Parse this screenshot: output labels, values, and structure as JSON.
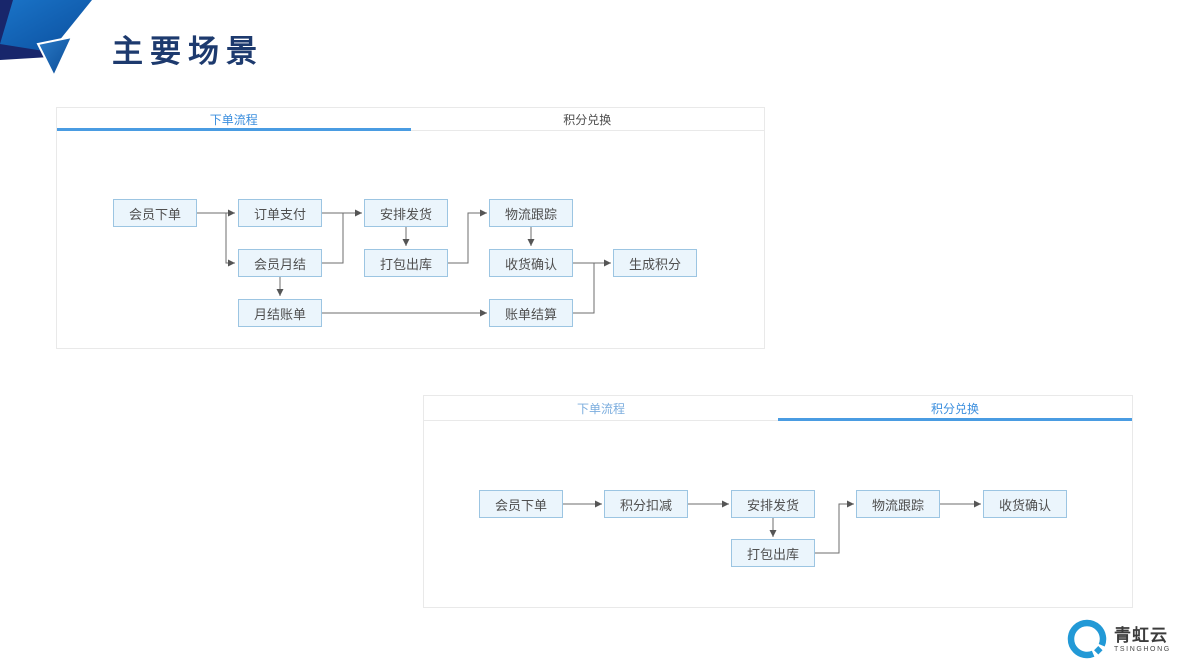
{
  "slide": {
    "title": "主要场景"
  },
  "colors": {
    "title_navy": "#1d3a6e",
    "tab_active_blue": "#3a8ede",
    "tab_underline": "#4a9ce2",
    "tab_inactive_gray": "#4d4d4d",
    "tab_inactive_light_blue": "#7badde",
    "node_fill": "#ebf5fc",
    "node_border": "#9cc5e2",
    "node_text": "#4f4f4f",
    "connector": "#6e6e6e",
    "deco_navy": "#18266b",
    "deco_blue": "#1167b5",
    "logo_blue": "#2299d6"
  },
  "panels": [
    {
      "tabs": [
        {
          "label": "下单流程",
          "active": true
        },
        {
          "label": "积分兑换",
          "active": false
        }
      ],
      "chart": {
        "type": "flowchart",
        "nodes": [
          {
            "id": "member-order",
            "label": "会员下单"
          },
          {
            "id": "order-payment",
            "label": "订单支付"
          },
          {
            "id": "arrange-shipping",
            "label": "安排发货"
          },
          {
            "id": "logistics-tracking",
            "label": "物流跟踪"
          },
          {
            "id": "member-monthly-settlement",
            "label": "会员月结"
          },
          {
            "id": "packing-outbound",
            "label": "打包出库"
          },
          {
            "id": "receipt-confirmation",
            "label": "收货确认"
          },
          {
            "id": "generate-points",
            "label": "生成积分"
          },
          {
            "id": "monthly-bill",
            "label": "月结账单"
          },
          {
            "id": "bill-settlement",
            "label": "账单结算"
          }
        ],
        "edges": [
          [
            "会员下单",
            "订单支付"
          ],
          [
            "会员下单",
            "会员月结"
          ],
          [
            "订单支付",
            "安排发货"
          ],
          [
            "会员月结",
            "安排发货"
          ],
          [
            "安排发货",
            "打包出库"
          ],
          [
            "会员月结",
            "月结账单"
          ],
          [
            "打包出库",
            "物流跟踪"
          ],
          [
            "物流跟踪",
            "收货确认"
          ],
          [
            "月结账单",
            "账单结算"
          ],
          [
            "收货确认",
            "生成积分"
          ],
          [
            "账单结算",
            "生成积分"
          ]
        ]
      }
    },
    {
      "tabs": [
        {
          "label": "下单流程",
          "active": false
        },
        {
          "label": "积分兑换",
          "active": true
        }
      ],
      "chart": {
        "type": "flowchart",
        "nodes": [
          {
            "id": "member-order",
            "label": "会员下单"
          },
          {
            "id": "points-deduction",
            "label": "积分扣减"
          },
          {
            "id": "arrange-shipping",
            "label": "安排发货"
          },
          {
            "id": "packing-outbound",
            "label": "打包出库"
          },
          {
            "id": "logistics-tracking",
            "label": "物流跟踪"
          },
          {
            "id": "receipt-confirmation",
            "label": "收货确认"
          }
        ],
        "edges": [
          [
            "会员下单",
            "积分扣减"
          ],
          [
            "积分扣减",
            "安排发货"
          ],
          [
            "安排发货",
            "打包出库"
          ],
          [
            "打包出库",
            "物流跟踪"
          ],
          [
            "物流跟踪",
            "收货确认"
          ]
        ]
      }
    }
  ],
  "logo": {
    "title": "青虹云",
    "subtitle": "TSINGHONG"
  }
}
